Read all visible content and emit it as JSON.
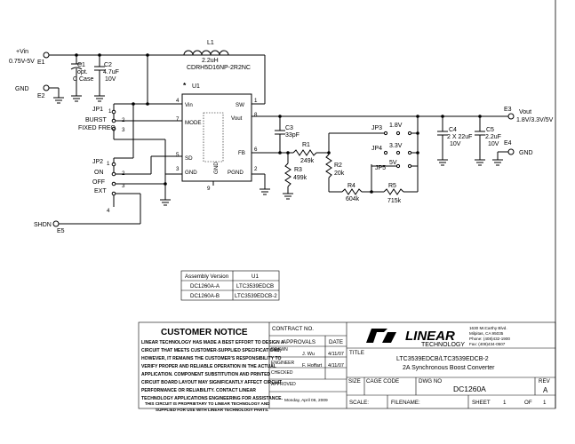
{
  "supply": {
    "vin_label": "+Vin",
    "vin_range": "0.75V-5V",
    "e1": "E1",
    "gnd_label": "GND",
    "e2": "E2"
  },
  "caps_in": {
    "c1_name": "C1",
    "c1_value": "opt.",
    "c1_case": "C Case",
    "c2_name": "C2",
    "c2_value": "4.7uF",
    "c2_voltage": "10V"
  },
  "inductor": {
    "name": "L1",
    "value": "2.2uH",
    "part": "CDRH5D16NP-2R2NC"
  },
  "ic": {
    "marker": "*",
    "name": "U1",
    "pins": {
      "vin": "Vin",
      "sw": "SW",
      "mode": "MODE",
      "vout": "Vout",
      "fb": "FB",
      "sd": "SD",
      "gnd": "GND",
      "pgnd": "PGND",
      "gnd_tab": "GND"
    },
    "pin_numbers": {
      "vin": "4",
      "sw": "1",
      "mode": "7",
      "vout": "8",
      "fb": "6",
      "sd": "5",
      "gnd": "3",
      "pgnd": "2",
      "tab": "9"
    }
  },
  "jp1": {
    "name": "JP1",
    "opt1": "BURST",
    "opt2": "FIXED FREQ",
    "pins": [
      "1",
      "2",
      "3"
    ]
  },
  "jp2": {
    "name": "JP2",
    "opt1": "ON",
    "opt2": "OFF",
    "opt3": "EXT",
    "pins": [
      "1",
      "2",
      "3",
      "4"
    ]
  },
  "shdn": {
    "label": "SHDN",
    "terminal": "E5"
  },
  "feedback": {
    "c3_name": "C3",
    "c3_value": "33pF",
    "r1_name": "R1",
    "r1_value": "249k",
    "r3_name": "R3",
    "r3_value": "499k",
    "r2_name": "R2",
    "r2_value": "20k",
    "r4_name": "R4",
    "r4_value": "604k",
    "r5_name": "R5",
    "r5_value": "715k"
  },
  "jumpers": {
    "jp3": "JP3",
    "jp3_v": "1.8V",
    "jp4": "JP4",
    "jp4_v": "3.3V",
    "jp5": "JP5",
    "jp5_v": "5V"
  },
  "caps_out": {
    "c4_name": "C4",
    "c4_value": "2 X 22uF",
    "c4_voltage": "10V",
    "c5_name": "C5",
    "c5_value": "2.2uF",
    "c5_voltage": "10V"
  },
  "output": {
    "e3": "E3",
    "vout_label": "Vout",
    "vout_values": "1.8V/3.3V/5V",
    "e4": "E4",
    "gnd_label": "GND"
  },
  "assembly_table": {
    "header_version": "Assembly Version",
    "header_u1": "U1",
    "rows": [
      {
        "version": "DC1260A-A",
        "u1": "LTC3539EDCB"
      },
      {
        "version": "DC1260A-B",
        "u1": "LTC3539EDCB-2"
      }
    ]
  },
  "notice": {
    "title": "CUSTOMER NOTICE",
    "lines": [
      "LINEAR TECHNOLOGY HAS MADE A BEST EFFORT TO DESIGN A",
      "CIRCUIT THAT MEETS CUSTOMER-SUPPLIED SPECIFICATIONS;",
      "HOWEVER, IT REMAINS THE CUSTOMER'S RESPONSIBILITY TO",
      "VERIFY PROPER AND RELIABLE OPERATION IN THE ACTUAL",
      "APPLICATION.  COMPONENT SUBSTITUTION AND PRINTED",
      "CIRCUIT BOARD LAYOUT MAY SIGNIFICANTLY AFFECT CIRCUIT",
      "PERFORMANCE OR RELIABILITY.  CONTACT LINEAR",
      "TECHNOLOGY APPLICATIONS ENGINEERING FOR ASSISTANCE."
    ],
    "footer1": "THIS CIRCUIT IS PROPRIETARY TO LINEAR TECHNOLOGY AND",
    "footer2": "SUPPLIED FOR USE WITH LINEAR TECHNOLOGY PARTS."
  },
  "title_block": {
    "contract_no": "CONTRACT NO.",
    "approvals": "APPROVALS",
    "date": "DATE",
    "drawn": "DRAWN",
    "drawn_by": "J. Wu",
    "drawn_date": "4/11/07",
    "engineer": "ENGINEER",
    "engineer_name": "F. Hoffart",
    "engineer_date": "4/11/07",
    "checked": "CHECKED",
    "approved": "APPROVED",
    "print_date": "Monday, April 06, 2009",
    "logo": "LINEAR",
    "logo_sub": "TECHNOLOGY",
    "addr1": "1630 McCarthy Blvd.",
    "addr2": "Milpitas, CA 95035",
    "phone": "Phone: (408)432-1900",
    "fax": "Fax: (408)434-0507",
    "title_label": "TITLE",
    "title_line1": "LTC3539EDCB/LTC3539EDCB-2",
    "title_line2": "2A Synchronous Boost Converter",
    "size": "SIZE",
    "cage_code": "CAGE CODE",
    "dwg_no_label": "DWG NO",
    "dwg_no": "DC1260A",
    "rev_label": "REV",
    "rev": "A",
    "scale": "SCALE:",
    "filename": "FILENAME:",
    "sheet": "SHEET",
    "sheet_no": "1",
    "of": "OF",
    "of_no": "1"
  }
}
